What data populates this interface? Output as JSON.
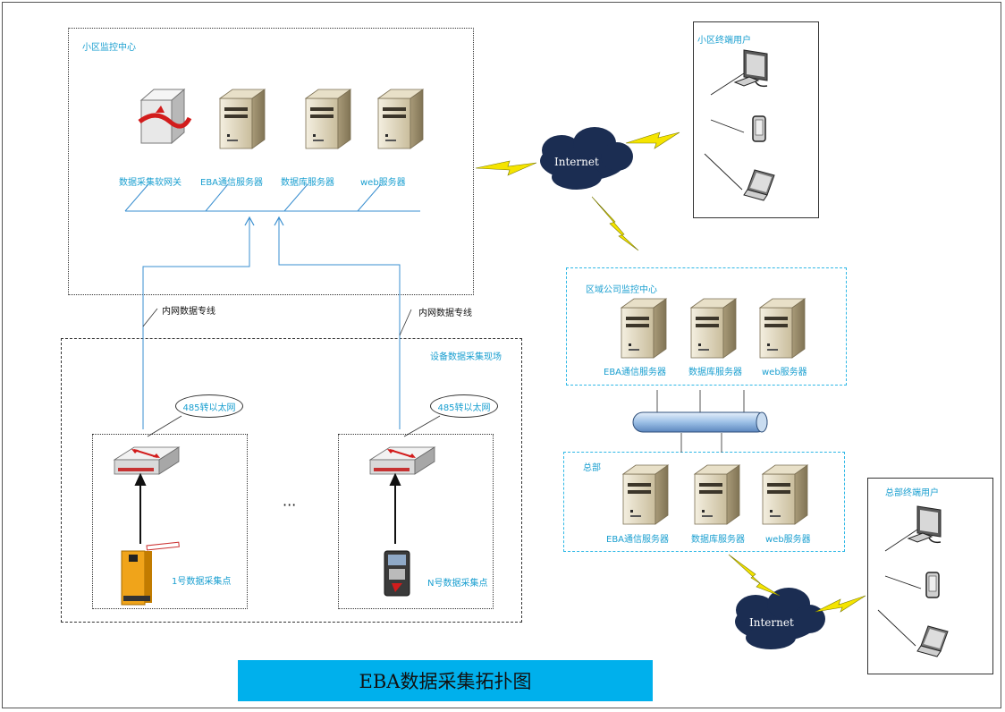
{
  "title": "EBA数据采集拓扑图",
  "community_center": {
    "label": "小区监控中心",
    "servers": [
      "数据采集软网关",
      "EBA通信服务器",
      "数据库服务器",
      "web服务器"
    ]
  },
  "intranet_lines": [
    "内网数据专线",
    "内网数据专线"
  ],
  "field_site": {
    "label": "设备数据采集现场",
    "converter_callouts": [
      "485转以太网",
      "485转以太网"
    ],
    "points": [
      "1号数据采集点",
      "N号数据采集点"
    ],
    "ellipsis": "···"
  },
  "internet": [
    "Internet",
    "Internet"
  ],
  "community_users": {
    "label": "小区终端用户"
  },
  "regional_center": {
    "label": "区域公司监控中心",
    "servers": [
      "EBA通信服务器",
      "数据库服务器",
      "web服务器"
    ]
  },
  "headquarters": {
    "label": "总部",
    "servers": [
      "EBA通信服务器",
      "数据库服务器",
      "web服务器"
    ]
  },
  "hq_users": {
    "label": "总部终端用户"
  },
  "colors": {
    "accent": "#00b0ec",
    "label": "#1a9fd0",
    "line": "#3a8fd0",
    "bolt": "#f5e400"
  }
}
